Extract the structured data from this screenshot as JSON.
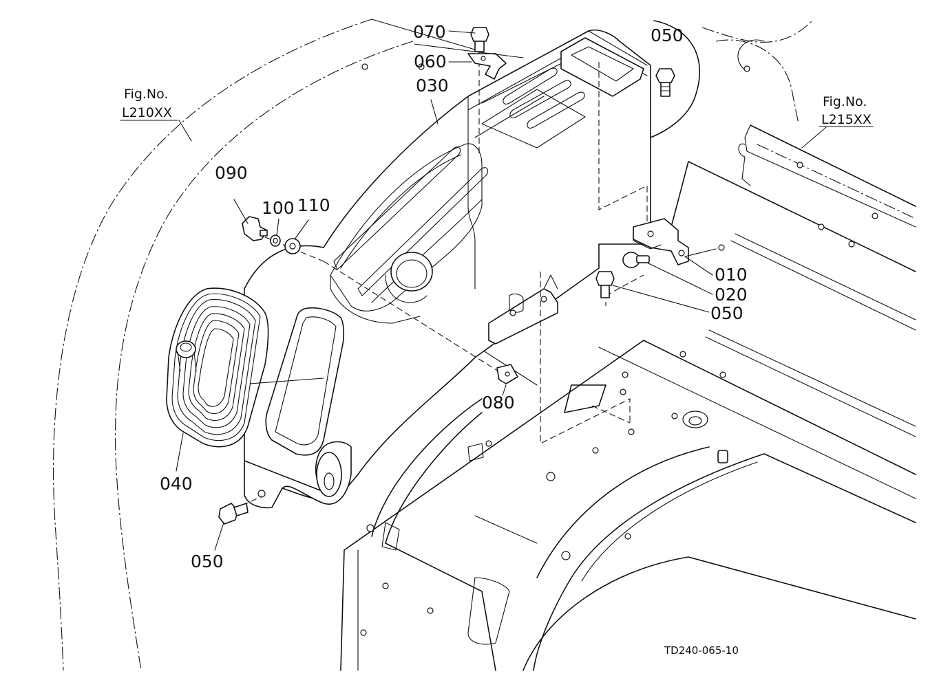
{
  "diagram": {
    "drawing_code": "TD240-065-10",
    "references": [
      {
        "id": "ref-left",
        "line1": "Fig.No.",
        "line2": "L210XX"
      },
      {
        "id": "ref-right",
        "line1": "Fig.No.",
        "line2": "L215XX"
      }
    ],
    "callouts": {
      "p070": "070",
      "p050_top": "050",
      "p060": "060",
      "p030": "030",
      "p090": "090",
      "p100": "100",
      "p110": "110",
      "p010": "010",
      "p020": "020",
      "p050_mid": "050",
      "p080": "080",
      "p040": "040",
      "p050_bottom": "050"
    }
  }
}
